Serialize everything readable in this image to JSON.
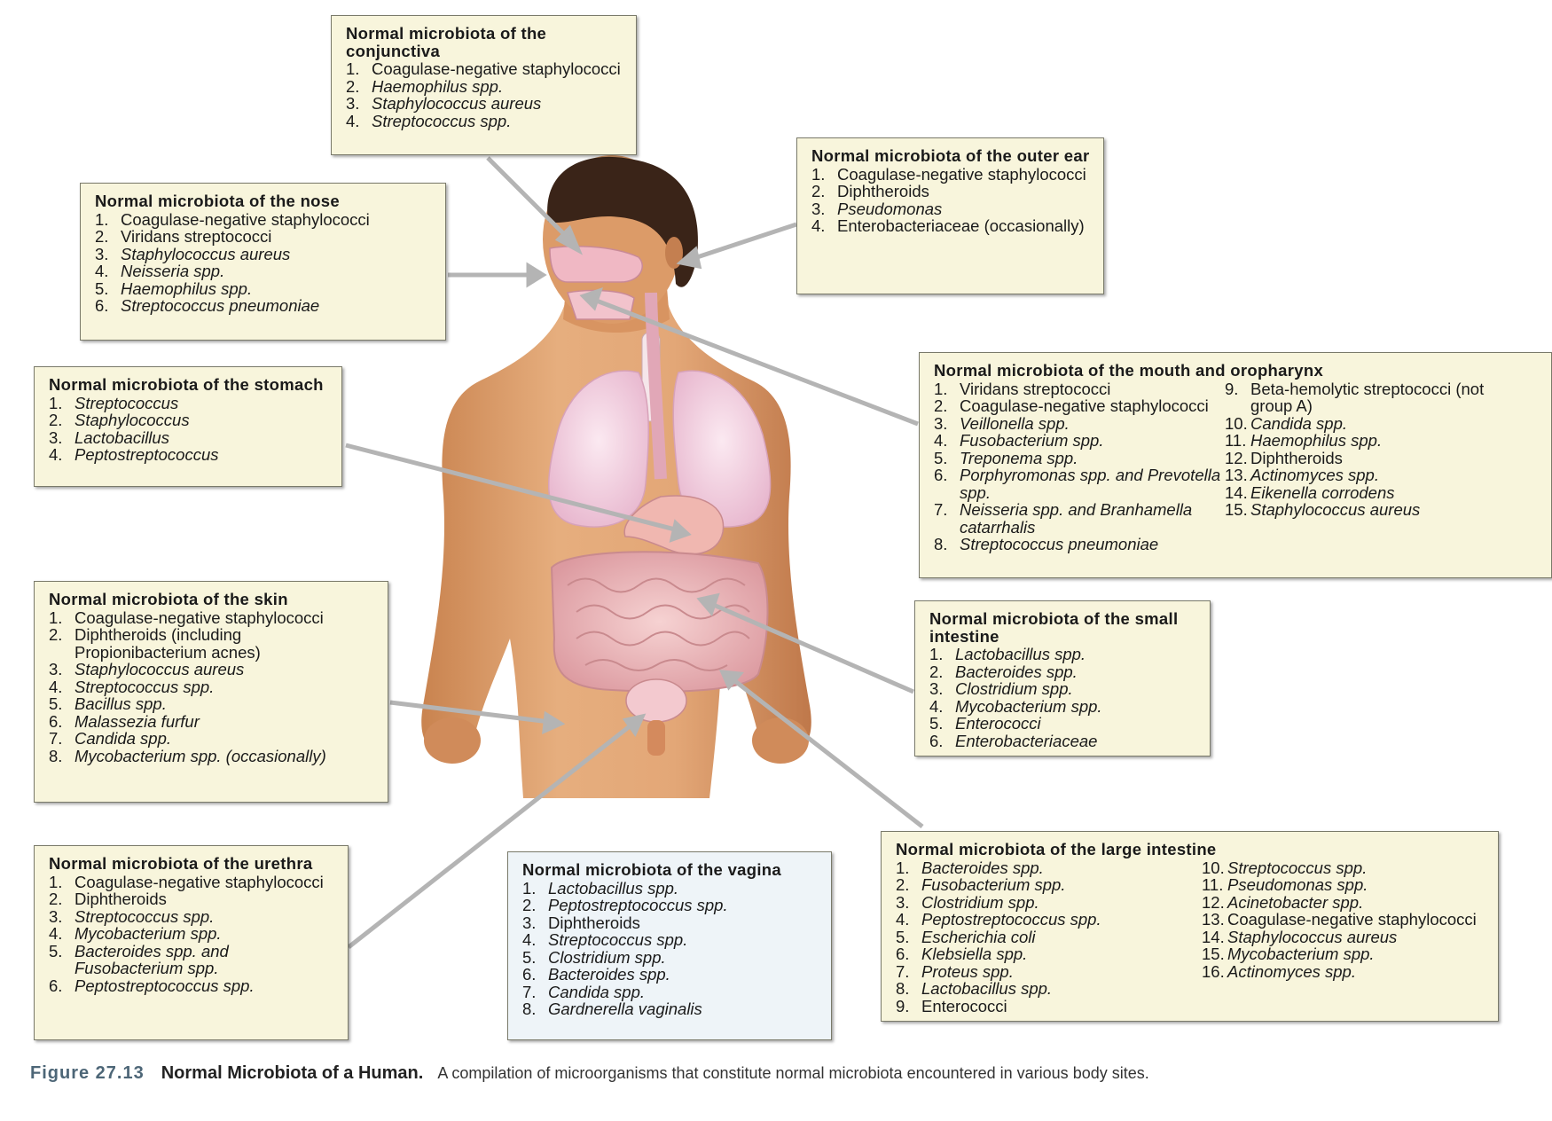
{
  "boxes": {
    "conjunctiva": {
      "title": "Normal microbiota of the conjunctiva",
      "items": [
        {
          "n": "1.",
          "t": "Coagulase-negative staphylococci",
          "italic": false
        },
        {
          "n": "2.",
          "t": "Haemophilus spp.",
          "italic": true
        },
        {
          "n": "3.",
          "t": "Staphylococcus aureus",
          "italic": true
        },
        {
          "n": "4.",
          "t": "Streptococcus spp.",
          "italic": true
        }
      ]
    },
    "outer_ear": {
      "title": "Normal microbiota of the outer ear",
      "items": [
        {
          "n": "1.",
          "t": "Coagulase-negative staphylococci",
          "italic": false
        },
        {
          "n": "2.",
          "t": "Diphtheroids",
          "italic": false
        },
        {
          "n": "3.",
          "t": "Pseudomonas",
          "italic": true
        },
        {
          "n": "4.",
          "t": "Enterobacteriaceae (occasionally)",
          "italic": false
        }
      ]
    },
    "nose": {
      "title": "Normal microbiota of the nose",
      "items": [
        {
          "n": "1.",
          "t": "Coagulase-negative staphylococci",
          "italic": false
        },
        {
          "n": "2.",
          "t": "Viridans streptococci",
          "italic": false
        },
        {
          "n": "3.",
          "t": "Staphylococcus aureus",
          "italic": true
        },
        {
          "n": "4.",
          "t": "Neisseria spp.",
          "italic": true
        },
        {
          "n": "5.",
          "t": "Haemophilus spp.",
          "italic": true
        },
        {
          "n": "6.",
          "t": "Streptococcus pneumoniae",
          "italic": true
        }
      ]
    },
    "stomach": {
      "title": "Normal microbiota of the stomach",
      "items": [
        {
          "n": "1.",
          "t": "Streptococcus",
          "italic": true
        },
        {
          "n": "2.",
          "t": "Staphylococcus",
          "italic": true
        },
        {
          "n": "3.",
          "t": "Lactobacillus",
          "italic": true
        },
        {
          "n": "4.",
          "t": "Peptostreptococcus",
          "italic": true
        }
      ]
    },
    "mouth": {
      "title": "Normal microbiota of the mouth and oropharynx",
      "col1": [
        {
          "n": "1.",
          "t": "Viridans streptococci",
          "italic": false
        },
        {
          "n": "2.",
          "t": "Coagulase-negative staphylococci",
          "italic": false
        },
        {
          "n": "3.",
          "t": "Veillonella spp.",
          "italic": true
        },
        {
          "n": "4.",
          "t": "Fusobacterium spp.",
          "italic": true
        },
        {
          "n": "5.",
          "t": "Treponema spp.",
          "italic": true
        },
        {
          "n": "6.",
          "t": "Porphyromonas spp. and Prevotella spp.",
          "italic": true
        },
        {
          "n": "7.",
          "t": "Neisseria spp. and Branhamella catarrhalis",
          "italic": true
        },
        {
          "n": "8.",
          "t": "Streptococcus pneumoniae",
          "italic": true
        }
      ],
      "col2": [
        {
          "n": "9.",
          "t": "Beta-hemolytic streptococci (not group A)",
          "italic": false
        },
        {
          "n": "10.",
          "t": "Candida spp.",
          "italic": true
        },
        {
          "n": "11.",
          "t": "Haemophilus spp.",
          "italic": true
        },
        {
          "n": "12.",
          "t": "Diphtheroids",
          "italic": false
        },
        {
          "n": "13.",
          "t": "Actinomyces spp.",
          "italic": true
        },
        {
          "n": "14.",
          "t": "Eikenella corrodens",
          "italic": true
        },
        {
          "n": "15.",
          "t": "Staphylococcus aureus",
          "italic": true
        }
      ]
    },
    "skin": {
      "title": "Normal microbiota of the skin",
      "items": [
        {
          "n": "1.",
          "t": "Coagulase-negative staphylococci",
          "italic": false
        },
        {
          "n": "2.",
          "t": "Diphtheroids (including Propionibacterium acnes)",
          "italic": false
        },
        {
          "n": "3.",
          "t": "Staphylococcus aureus",
          "italic": true
        },
        {
          "n": "4.",
          "t": "Streptococcus spp.",
          "italic": true
        },
        {
          "n": "5.",
          "t": "Bacillus spp.",
          "italic": true
        },
        {
          "n": "6.",
          "t": "Malassezia furfur",
          "italic": true
        },
        {
          "n": "7.",
          "t": "Candida spp.",
          "italic": true
        },
        {
          "n": "8.",
          "t": "Mycobacterium spp. (occasionally)",
          "italic": true
        }
      ]
    },
    "small_intestine": {
      "title": "Normal microbiota of the small intestine",
      "items": [
        {
          "n": "1.",
          "t": "Lactobacillus spp.",
          "italic": true
        },
        {
          "n": "2.",
          "t": "Bacteroides spp.",
          "italic": true
        },
        {
          "n": "3.",
          "t": "Clostridium spp.",
          "italic": true
        },
        {
          "n": "4.",
          "t": "Mycobacterium spp.",
          "italic": true
        },
        {
          "n": "5.",
          "t": "Enterococci",
          "italic": true
        },
        {
          "n": "6.",
          "t": "Enterobacteriaceae",
          "italic": true
        }
      ]
    },
    "urethra": {
      "title": "Normal microbiota of the urethra",
      "items": [
        {
          "n": "1.",
          "t": "Coagulase-negative staphylococci",
          "italic": false
        },
        {
          "n": "2.",
          "t": "Diphtheroids",
          "italic": false
        },
        {
          "n": "3.",
          "t": "Streptococcus spp.",
          "italic": true
        },
        {
          "n": "4.",
          "t": "Mycobacterium spp.",
          "italic": true
        },
        {
          "n": "5.",
          "t": "Bacteroides spp. and Fusobacterium spp.",
          "italic": true
        },
        {
          "n": "6.",
          "t": "Peptostreptococcus spp.",
          "italic": true
        }
      ]
    },
    "vagina": {
      "title": "Normal microbiota of the vagina",
      "items": [
        {
          "n": "1.",
          "t": "Lactobacillus spp.",
          "italic": true
        },
        {
          "n": "2.",
          "t": "Peptostreptococcus spp.",
          "italic": true
        },
        {
          "n": "3.",
          "t": "Diphtheroids",
          "italic": false
        },
        {
          "n": "4.",
          "t": "Streptococcus spp.",
          "italic": true
        },
        {
          "n": "5.",
          "t": "Clostridium spp.",
          "italic": true
        },
        {
          "n": "6.",
          "t": "Bacteroides spp.",
          "italic": true
        },
        {
          "n": "7.",
          "t": "Candida spp.",
          "italic": true
        },
        {
          "n": "8.",
          "t": "Gardnerella vaginalis",
          "italic": true
        }
      ]
    },
    "large_intestine": {
      "title": "Normal microbiota of the large intestine",
      "col1": [
        {
          "n": "1.",
          "t": "Bacteroides spp.",
          "italic": true
        },
        {
          "n": "2.",
          "t": "Fusobacterium spp.",
          "italic": true
        },
        {
          "n": "3.",
          "t": "Clostridium spp.",
          "italic": true
        },
        {
          "n": "4.",
          "t": "Peptostreptococcus spp.",
          "italic": true
        },
        {
          "n": "5.",
          "t": "Escherichia coli",
          "italic": true
        },
        {
          "n": "6.",
          "t": "Klebsiella spp.",
          "italic": true
        },
        {
          "n": "7.",
          "t": "Proteus spp.",
          "italic": true
        },
        {
          "n": "8.",
          "t": "Lactobacillus spp.",
          "italic": true
        },
        {
          "n": "9.",
          "t": "Enterococci",
          "italic": false
        }
      ],
      "col2": [
        {
          "n": "10.",
          "t": "Streptococcus spp.",
          "italic": true
        },
        {
          "n": "11.",
          "t": "Pseudomonas spp.",
          "italic": true
        },
        {
          "n": "12.",
          "t": "Acinetobacter spp.",
          "italic": true
        },
        {
          "n": "13.",
          "t": "Coagulase-negative staphylococci",
          "italic": false
        },
        {
          "n": "14.",
          "t": "Staphylococcus aureus",
          "italic": true
        },
        {
          "n": "15.",
          "t": "Mycobacterium spp.",
          "italic": true
        },
        {
          "n": "16.",
          "t": "Actinomyces spp.",
          "italic": true
        }
      ]
    }
  },
  "caption": {
    "figure_label": "Figure 27.13",
    "title": "Normal Microbiota of a Human.",
    "text": "A compilation of microorganisms that constitute normal microbiota encountered in various body sites."
  },
  "colors": {
    "box_fill": "#f8f5dc",
    "vagina_box_fill": "#eef4f8",
    "skin": "#e0a373",
    "hair": "#3a2418",
    "lungs": "#f2cfe0",
    "intestine": "#eab1b6",
    "arrow": "#b4b4b4"
  }
}
